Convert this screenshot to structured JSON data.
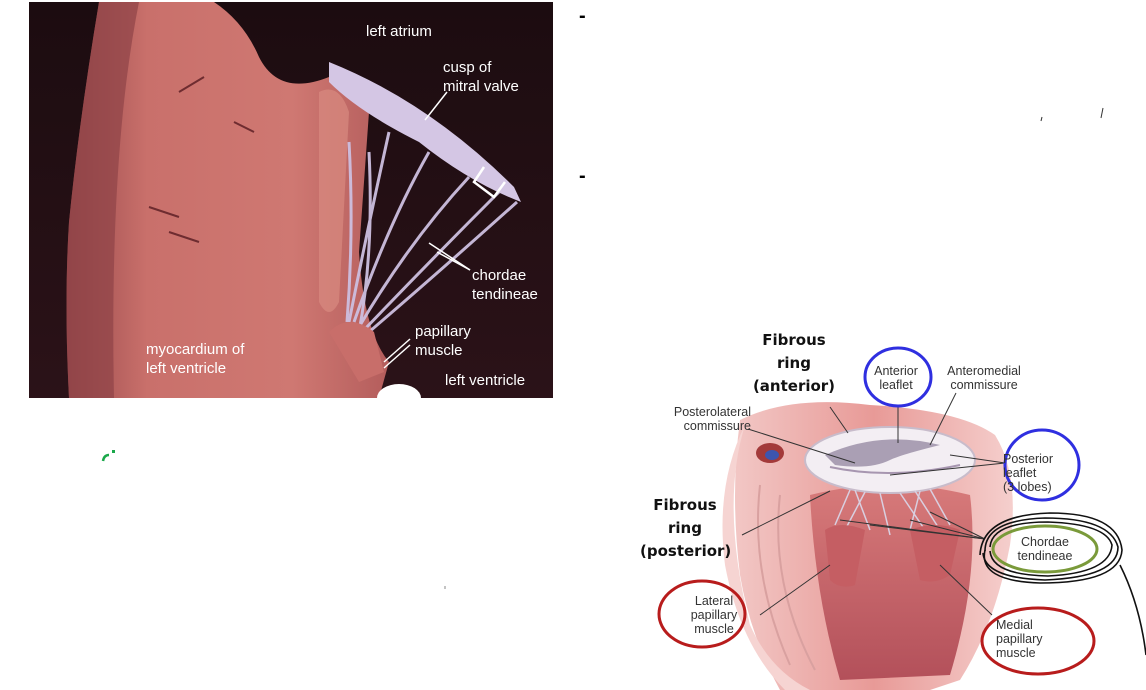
{
  "photo": {
    "labels": {
      "left_atrium": "left atrium",
      "cusp": "cusp of\nmitral valve",
      "chordae": "chordae\ntendineae",
      "papillary": "papillary\nmuscle",
      "myocardium": "myocardium of\nleft ventricle",
      "left_ventricle": "left ventricle"
    }
  },
  "diagram": {
    "labels": {
      "fibrous_anterior": "Fibrous\nring\n(anterior)",
      "fibrous_posterior": "Fibrous\nring\n(posterior)",
      "anterior_leaflet": "Anterior\nleaflet",
      "anteromedial": "Anteromedial\ncommissure",
      "posterolateral": "Posterolateral\ncommissure",
      "posterior_leaflet": "Posterior\nleaflet\n(3 lobes)",
      "chordae": "Chordae\ntendineae",
      "lateral_papillary": "Lateral\npapillary\nmuscle",
      "medial_papillary": "Medial\npapillary\nmuscle"
    }
  },
  "bullets": [
    "-",
    "-"
  ],
  "colors": {
    "photo_bg": "#200f14",
    "tissue": "#c86e6a",
    "chordae": "#cdbfe0",
    "circle_blue": "#2f2fe0",
    "circle_green": "#7a9a3a",
    "circle_red": "#b81c1c"
  }
}
